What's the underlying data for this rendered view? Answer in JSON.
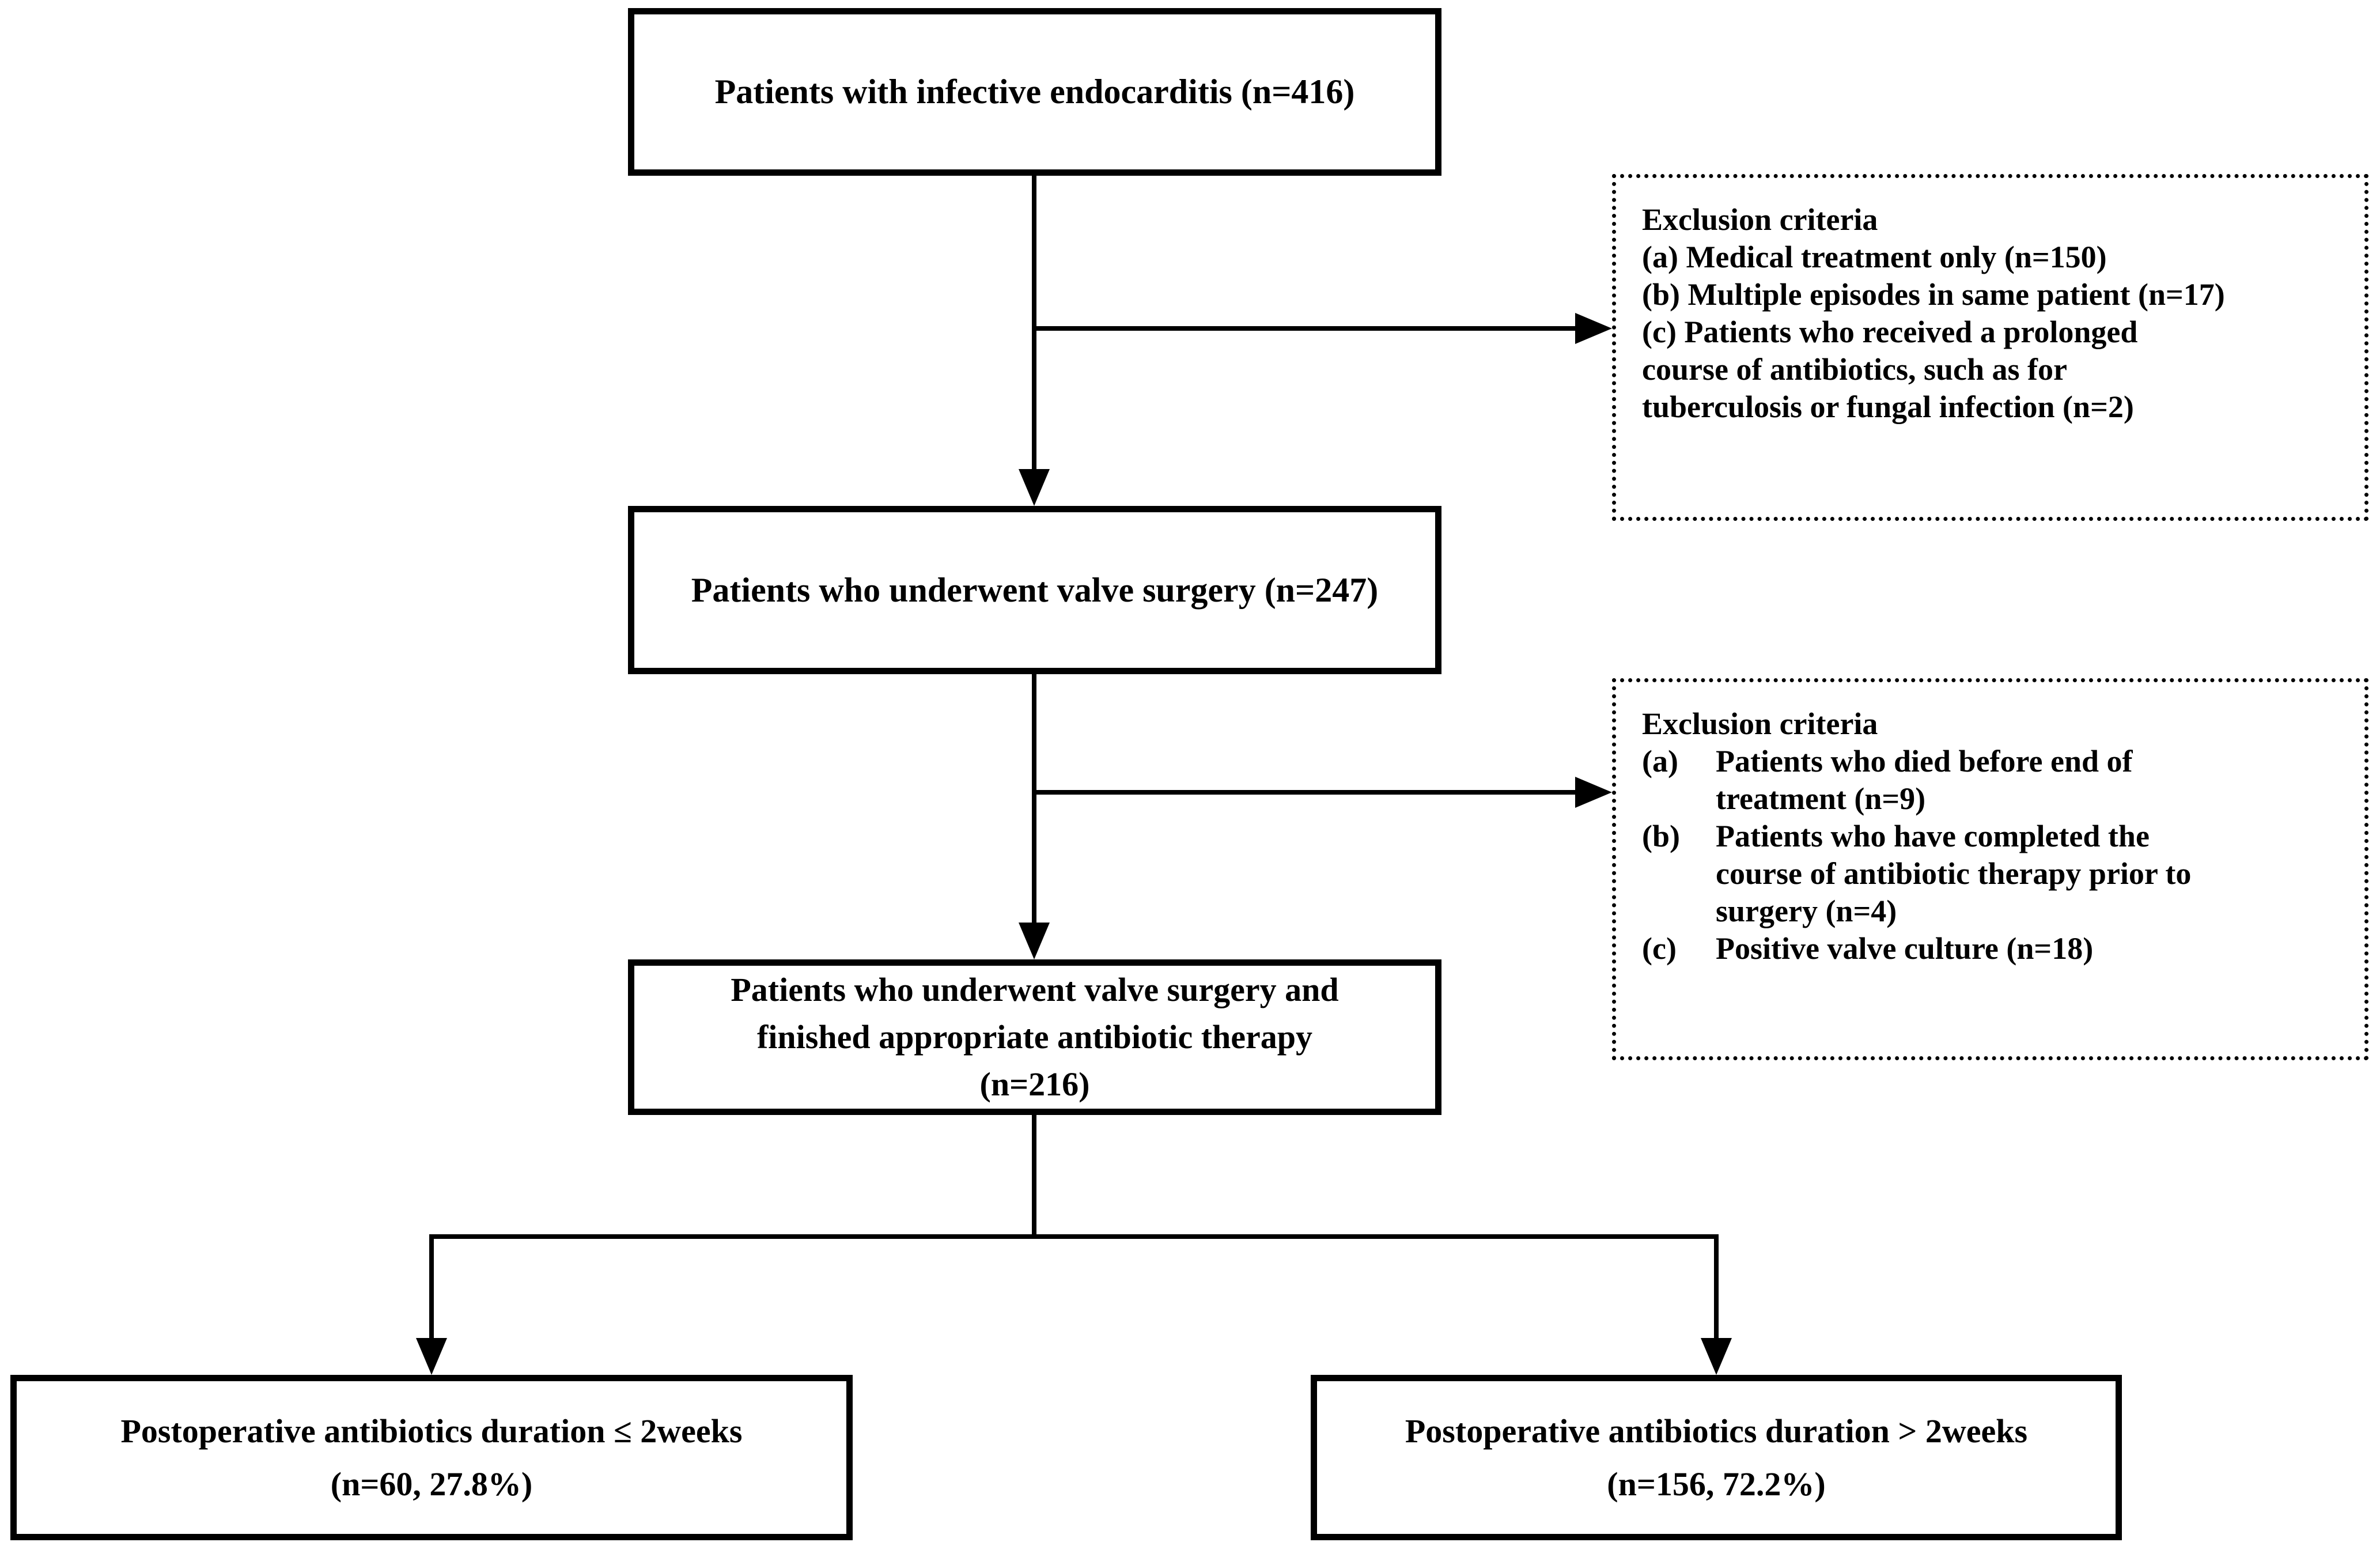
{
  "colors": {
    "ink": "#000000",
    "paper": "#ffffff"
  },
  "flow": {
    "box1": "Patients with infective endocarditis (n=416)",
    "box2": "Patients who underwent valve surgery (n=247)",
    "box3": "Patients who underwent valve surgery and\nfinished appropriate antibiotic therapy\n(n=216)",
    "outcome_left": "Postoperative antibiotics duration ≤ 2weeks\n(n=60, 27.8%)",
    "outcome_right": "Postoperative antibiotics duration > 2weeks\n(n=156, 72.2%)"
  },
  "exclusion1": {
    "title": "Exclusion criteria",
    "items": [
      "(a) Medical treatment only (n=150)",
      "(b) Multiple episodes in same patient (n=17)",
      "(c) Patients who received a prolonged\ncourse of antibiotics, such as for\ntuberculosis or fungal infection (n=2)"
    ]
  },
  "exclusion2": {
    "title": "Exclusion criteria",
    "items": [
      {
        "marker": "(a)",
        "text": "Patients who died before end of\ntreatment (n=9)"
      },
      {
        "marker": "(b)",
        "text": "Patients who have completed the\ncourse of antibiotic therapy prior to\nsurgery (n=4)"
      },
      {
        "marker": "(c)",
        "text": "Positive valve culture (n=18)"
      }
    ]
  }
}
